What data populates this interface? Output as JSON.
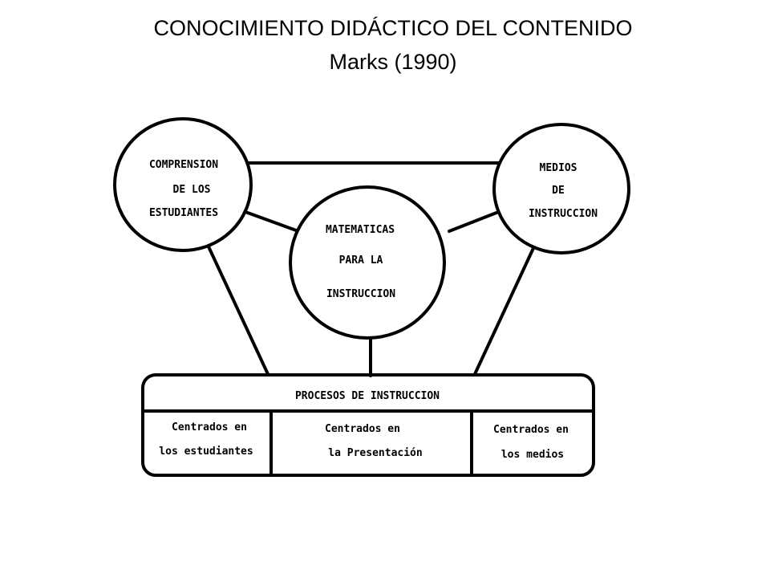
{
  "header": {
    "title": "CONOCIMIENTO DIDÁCTICO DEL CONTENIDO",
    "subtitle": "Marks (1990)"
  },
  "diagram": {
    "nodes": {
      "students": {
        "lines": [
          "COMPRENSION",
          "DE LOS",
          "ESTUDIANTES"
        ]
      },
      "math": {
        "lines": [
          "MATEMATICAS",
          "PARA LA",
          "INSTRUCCION"
        ]
      },
      "media": {
        "lines": [
          "MEDIOS",
          "DE",
          "INSTRUCCION"
        ]
      }
    },
    "processes": {
      "title": "PROCESOS DE INSTRUCCION",
      "cells": [
        {
          "lines": [
            "Centrados en",
            "los estudiantes"
          ]
        },
        {
          "lines": [
            "Centrados en",
            "la Presentación"
          ]
        },
        {
          "lines": [
            "Centrados en",
            "los medios"
          ]
        }
      ]
    }
  }
}
